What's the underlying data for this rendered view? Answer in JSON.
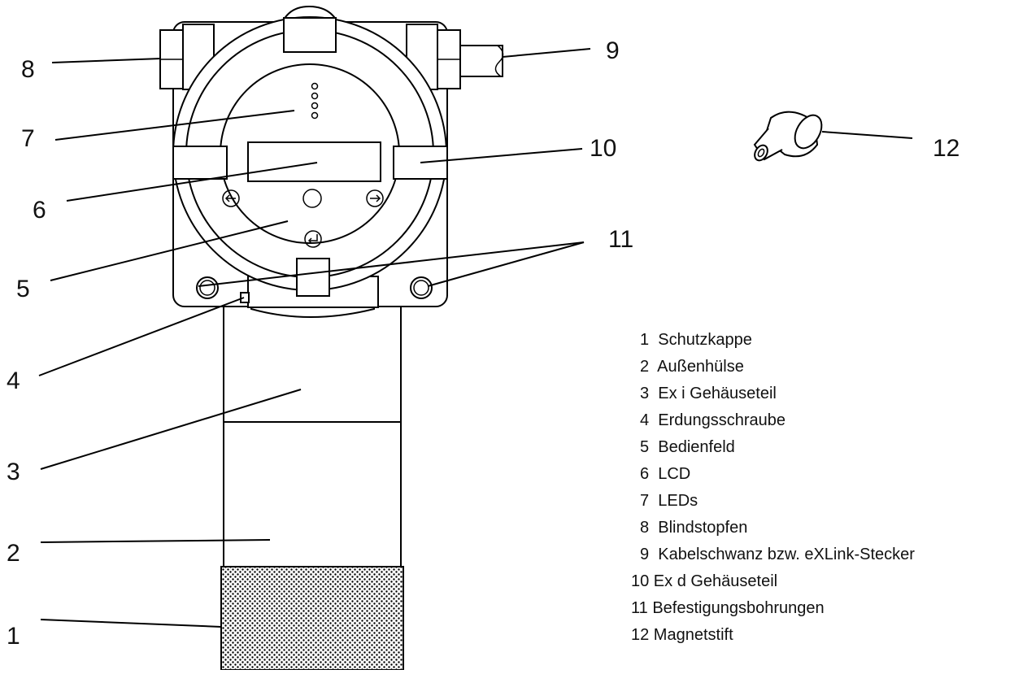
{
  "callouts": [
    {
      "num": "1",
      "label": "Schutzkappe"
    },
    {
      "num": "2",
      "label": "Außenhülse"
    },
    {
      "num": "3",
      "label": "Ex i Gehäuseteil"
    },
    {
      "num": "4",
      "label": "Erdungsschraube"
    },
    {
      "num": "5",
      "label": "Bedienfeld"
    },
    {
      "num": "6",
      "label": "LCD"
    },
    {
      "num": "7",
      "label": "LEDs"
    },
    {
      "num": "8",
      "label": "Blindstopfen"
    },
    {
      "num": "9",
      "label": "Kabelschwanz bzw. eXLink-Stecker"
    },
    {
      "num": "10",
      "label": "Ex d Gehäuseteil"
    },
    {
      "num": "11",
      "label": "Befestigungsbohrungen"
    },
    {
      "num": "12",
      "label": "Magnetstift"
    }
  ],
  "legend": [
    "1  Schutzkappe",
    "2  Außenhülse",
    "3  Ex i Gehäuseteil",
    "4  Erdungsschraube",
    "5  Bedienfeld",
    "6  LCD",
    "7  LEDs",
    "8  Blindstopfen",
    "9  Kabelschwanz bzw. eXLink-Stecker",
    "10 Ex d Gehäuseteil",
    "11 Befestigungsbohrungen",
    "12 Magnetstift"
  ],
  "colors": {
    "line": "#000000",
    "background": "#ffffff"
  },
  "icons": {
    "left_button": "arrow-left-icon",
    "right_button": "arrow-right-icon",
    "enter_button": "enter-icon"
  }
}
